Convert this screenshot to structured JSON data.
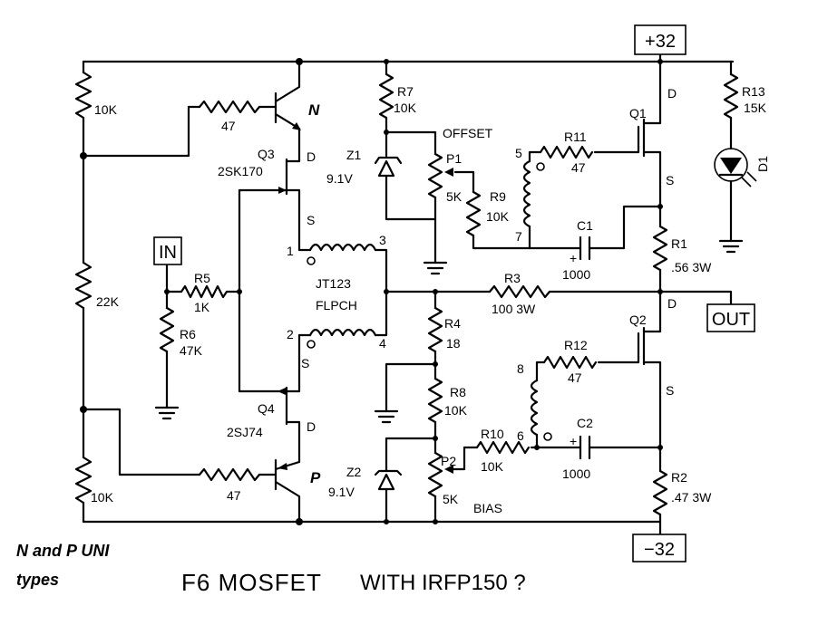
{
  "notes": {
    "line1": "N and P UNI",
    "line2": "types"
  },
  "title": {
    "part1": "F6 MOSFET",
    "part2": "WITH IRFP150 ?"
  },
  "rails": {
    "pos": "+32",
    "neg": "−32",
    "in": "IN",
    "out": "OUT"
  },
  "labels": {
    "r_top_left": "10K",
    "r_mid_left": "22K",
    "r_bot_left": "10K",
    "r_base_n": "47",
    "r_base_p": "47",
    "n_mark": "N",
    "p_mark": "P",
    "q3": "Q3",
    "q3_part": "2SK170",
    "q4": "Q4",
    "q4_part": "2SJ74",
    "d_q3": "D",
    "s_q3": "S",
    "s_q4": "S",
    "d_q4": "D",
    "r5": "R5",
    "r5_val": "1K",
    "r6": "R6",
    "r6_val": "47K",
    "pin1": "1",
    "pin2": "2",
    "pin3": "3",
    "pin4": "4",
    "jt": "JT123",
    "flpch": "FLPCH",
    "r7": "R7",
    "r7_val": "10K",
    "offset": "OFFSET",
    "z1": "Z1",
    "z1_val": "9.1V",
    "p1": "P1",
    "p1_val": "5K",
    "r9": "R9",
    "r9_val": "10K",
    "pin5": "5",
    "pin7": "7",
    "r11": "R11",
    "r11_val": "47",
    "c1": "C1",
    "c1_val": "1000",
    "q1": "Q1",
    "d_q1": "D",
    "s_q1": "S",
    "r1": "R1",
    "r1_val": ".56 3W",
    "r13": "R13",
    "r13_val": "15K",
    "d1": "D1",
    "r3": "R3",
    "r3_val": "100 3W",
    "r4": "R4",
    "r4_val": "18",
    "r8": "R8",
    "r8_val": "10K",
    "z2": "Z2",
    "z2_val": "9.1V",
    "p2": "P2",
    "p2_val": "5K",
    "bias": "BIAS",
    "r10": "R10",
    "r10_val": "10K",
    "pin8": "8",
    "pin6": "6",
    "r12": "R12",
    "r12_val": "47",
    "c2": "C2",
    "c2_val": "1000",
    "q2": "Q2",
    "d_q2": "D",
    "s_q2": "S",
    "r2": "R2",
    "r2_val": ".47 3W",
    "plus1": "+",
    "plus2": "+"
  }
}
